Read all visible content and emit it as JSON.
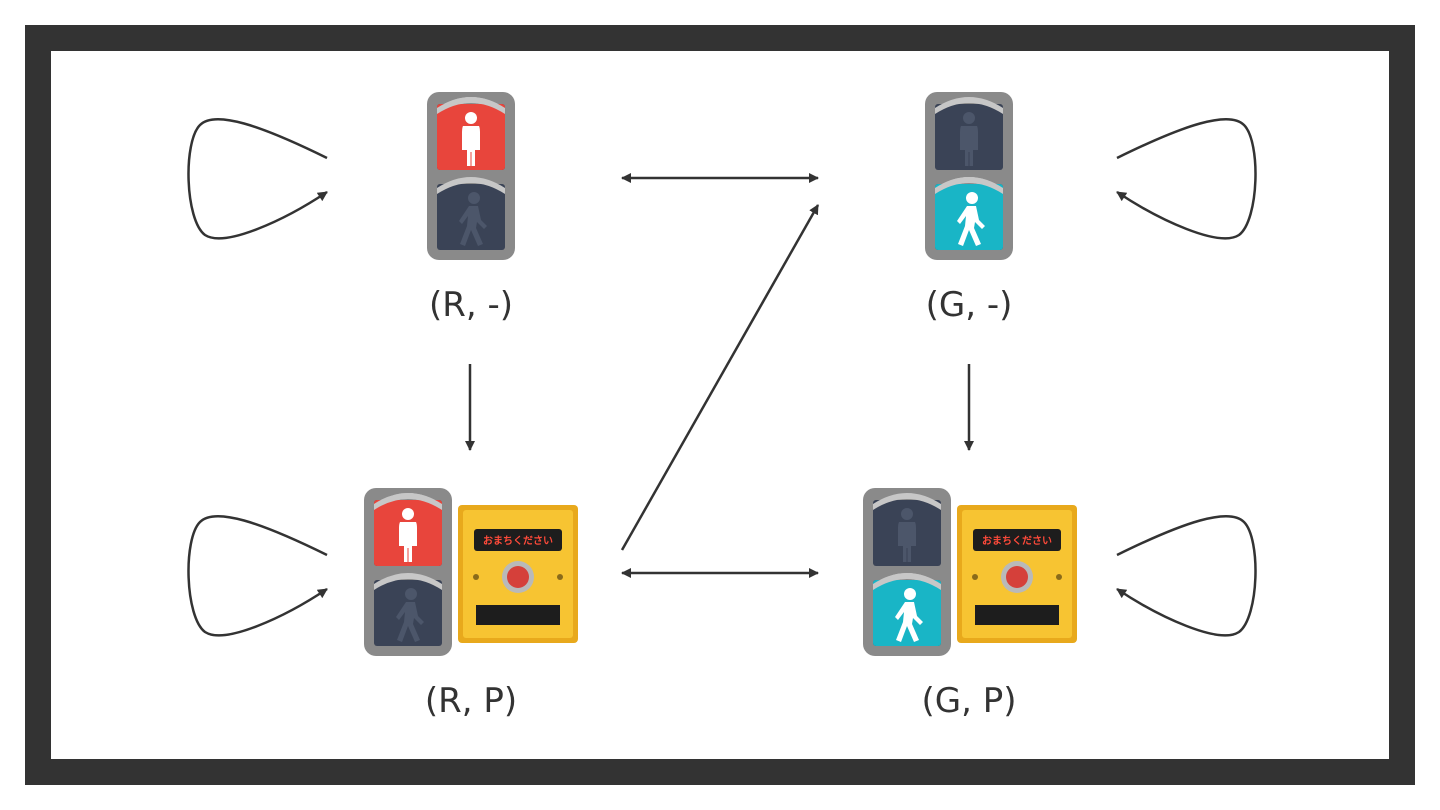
{
  "states": {
    "rn": {
      "label": "(R, -)"
    },
    "gn": {
      "label": "(G, -)"
    },
    "rp": {
      "label": "(R, P)"
    },
    "gp": {
      "label": "(G, P)"
    }
  },
  "button_panel": {
    "display_text": "おまちください"
  },
  "colors": {
    "frame": "#333333",
    "signal_housing": "#8a8a8a",
    "signal_dark": "#3a4356",
    "red_lit": "#e8453c",
    "green_lit": "#19b5c6",
    "button_box": "#f5c12c",
    "arrow": "#333333"
  },
  "icons": {
    "pedestrian_signal": "pedestrian-traffic-light-icon",
    "push_button": "crosswalk-push-button-icon"
  }
}
